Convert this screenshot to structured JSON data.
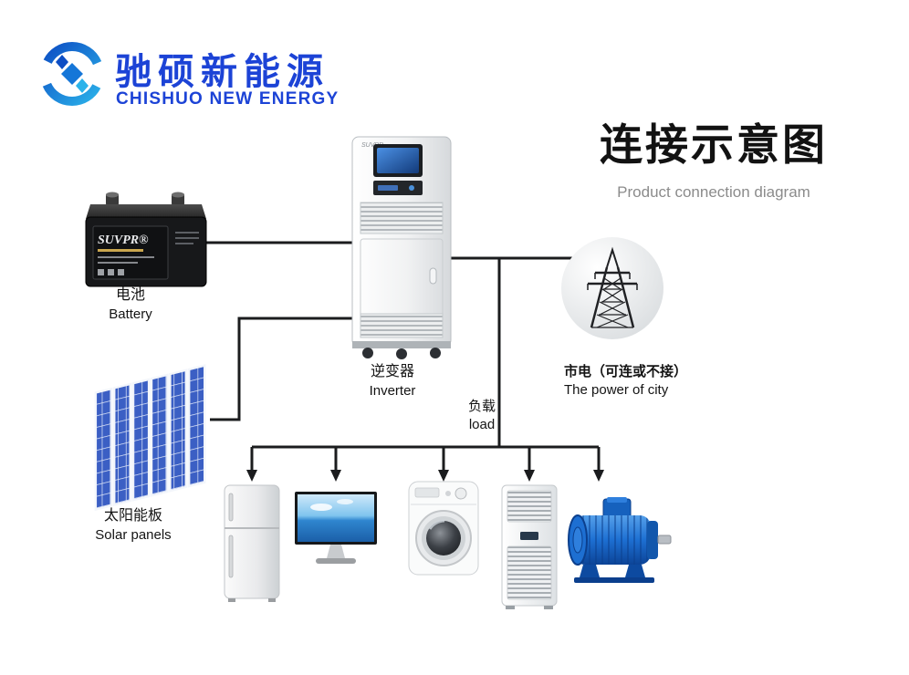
{
  "header": {
    "logo_icon": "chishuo-lens-logo",
    "brand_cn": "驰硕新能源",
    "brand_en": "CHISHUO NEW ENERGY",
    "title_cn": "连接示意图",
    "subtitle_en": "Product connection diagram"
  },
  "components": {
    "battery": {
      "brand": "SUVPR®",
      "label_cn": "电池",
      "label_en": "Battery"
    },
    "inverter": {
      "brand": "SUVPR",
      "label_cn": "逆变器",
      "label_en": "Inverter"
    },
    "solar_panels": {
      "label_cn": "太阳能板",
      "label_en": "Solar panels"
    },
    "city_power": {
      "icon": "transmission-tower-icon",
      "label_cn": "市电（可连或不接）",
      "label_en": "The power of city"
    },
    "load": {
      "label_cn": "负载",
      "label_en": "load"
    }
  },
  "appliance_icons": [
    "refrigerator-icon",
    "monitor-icon",
    "washing-machine-icon",
    "air-conditioner-icon",
    "electric-motor-icon"
  ],
  "colors": {
    "brand_blue": "#1c43d6",
    "heading_black": "#121212",
    "subtitle_gray": "#8b8b8b",
    "wire_black": "#1b1c1e",
    "solar_panel_blue": "#3b5fc4",
    "motor_blue": "#1d6fd2"
  }
}
